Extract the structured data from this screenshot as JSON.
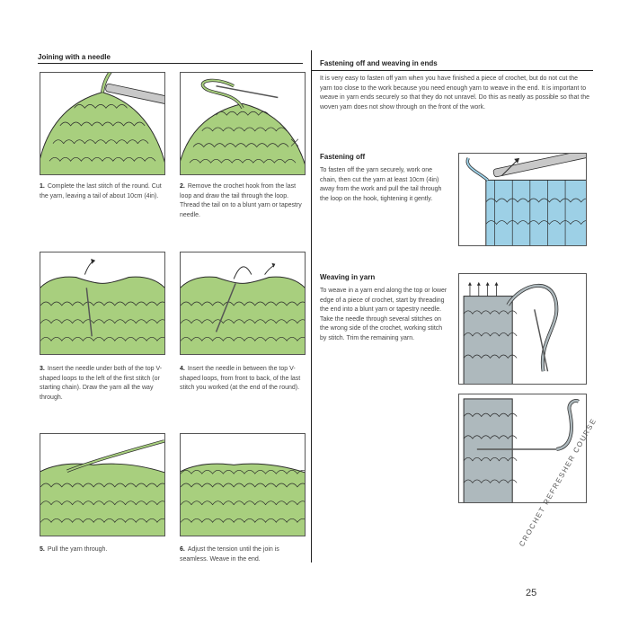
{
  "left": {
    "section_title": "Joining with a needle",
    "steps": [
      {
        "num": "1.",
        "text": "Complete the last stitch of the round. Cut the yarn, leaving a tail of about 10cm (4in)."
      },
      {
        "num": "2.",
        "text": "Remove the crochet hook from the last loop and draw the tail through the loop. Thread the tail on to a blunt yarn or tapestry needle."
      },
      {
        "num": "3.",
        "text": "Insert the needle under both of the top V-shaped loops to the left of the first stitch (or starting chain). Draw the yarn all the way through."
      },
      {
        "num": "4.",
        "text": "Insert the needle in between the top V-shaped loops, from front to back, of the last stitch you worked (at the end of the round)."
      },
      {
        "num": "5.",
        "text": "Pull the yarn through."
      },
      {
        "num": "6.",
        "text": "Adjust the tension until the join is seamless. Weave in the end."
      }
    ]
  },
  "right": {
    "section_title": "Fastening off and weaving in ends",
    "intro": "It is very easy to fasten off yarn when you have finished a piece of crochet, but do not cut the yarn too close to the work because you need enough yarn to weave in the end. It is important to weave in yarn ends securely so that they do not unravel. Do this as neatly as possible so that the woven yarn does not show through on the front of the work.",
    "fastening": {
      "title": "Fastening off",
      "text": "To fasten off the yarn securely, work one chain, then cut the yarn at least 10cm (4in) away from the work and pull the tail through the loop on the hook, tightening it gently."
    },
    "weaving": {
      "title": "Weaving in yarn",
      "text": "To weave in a yarn end along the top or lower edge of a piece of crochet, start by threading the end into a blunt yarn or tapestry needle. Take the needle through several stitches on the wrong side of the crochet, working stitch by stitch. Trim the remaining yarn."
    }
  },
  "footer": {
    "page_number": "25",
    "running_title": "CROCHET REFRESHER COURSE"
  },
  "colors": {
    "crochet_green": "#a8cf7e",
    "crochet_blue": "#9dd0e6",
    "crochet_grey": "#aeb9bd",
    "outline": "#2b2b2b",
    "hook_grey": "#c8c8c8"
  }
}
